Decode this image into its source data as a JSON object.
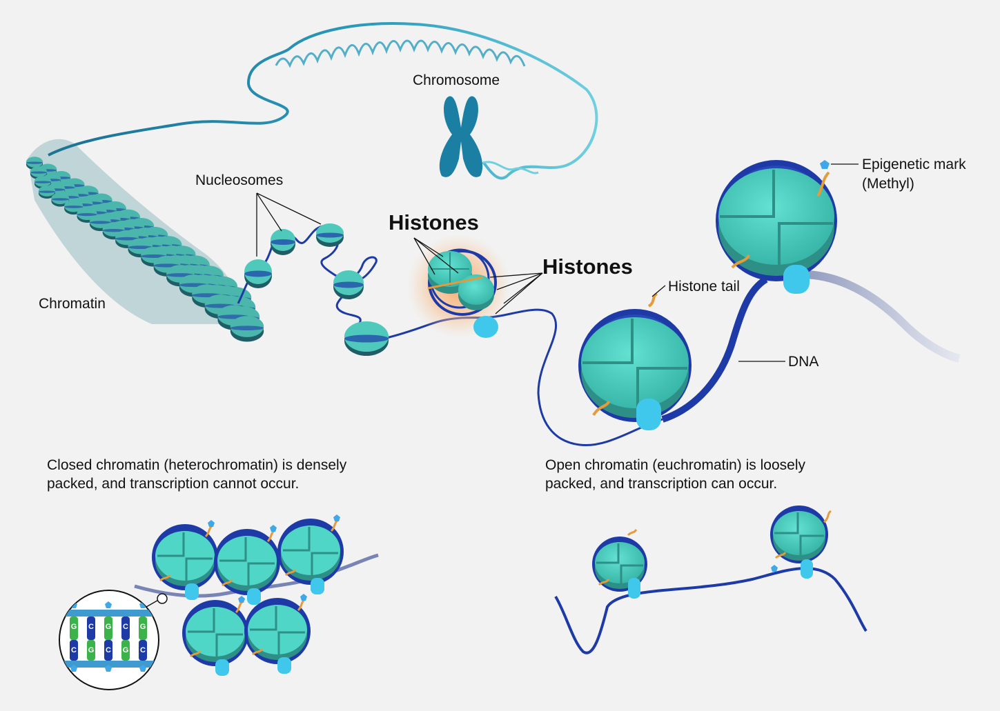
{
  "labels": {
    "chromosome": "Chromosome",
    "nucleosomes": "Nucleosomes",
    "chromatin": "Chromatin",
    "histones_1": "Histones",
    "histones_2": "Histones",
    "epigenetic_mark": "Epigenetic mark",
    "methyl": "(Methyl)",
    "histone_tail": "Histone tail",
    "dna": "DNA"
  },
  "captions": {
    "closed": "Closed chromatin (heterochromatin) is densely\npacked, and transcription cannot occur.",
    "open": "Open chromatin (euchromatin) is loosely\npacked, and transcription can occur."
  },
  "inset_bases": {
    "top_row": [
      "G",
      "C",
      "G",
      "C",
      "G"
    ],
    "bottom_row": [
      "C",
      "G",
      "C",
      "G",
      "C"
    ]
  },
  "colors": {
    "background": "#f2f2f2",
    "histone_teal": "#4fd6c6",
    "histone_dark": "#2e8f86",
    "dna_blue": "#1d3aa6",
    "chromosome_blue": "#1b7fa3",
    "histone_tail_orange": "#e59a3c",
    "methyl_mark": "#3fa8e8",
    "cytosine_blue": "#1d3aa6",
    "guanine_green": "#3cb34a"
  },
  "icons": {
    "methyl_mark": "pentagon",
    "histone_octamer": "quartered-disc"
  }
}
